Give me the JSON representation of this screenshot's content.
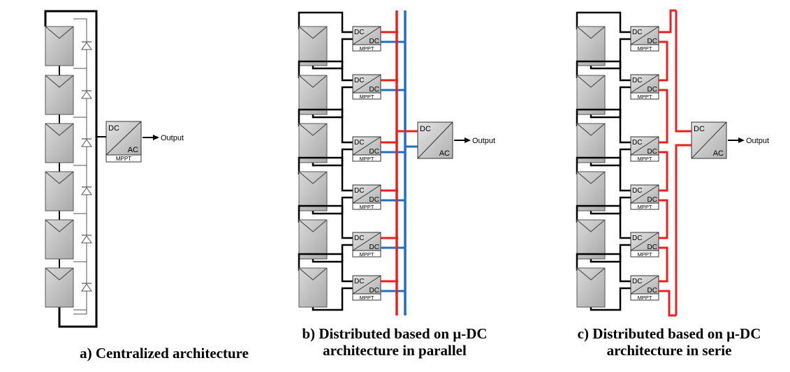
{
  "diagrams": [
    {
      "id": "a",
      "caption_line1": "a) Centralized architecture",
      "caption_line2": "",
      "inverter": {
        "top": "DC",
        "bottom": "AC",
        "sub": "MPPT"
      },
      "output": "Output"
    },
    {
      "id": "b",
      "caption_line1": "b) Distributed based on μ-DC",
      "caption_line2": "architecture in parallel",
      "converter": {
        "top": "DC",
        "bottom": "DC",
        "sub": "MPPT"
      },
      "inverter": {
        "top": "DC",
        "bottom": "AC"
      },
      "output": "Output",
      "bus_colors": {
        "positive": "#e8201f",
        "negative": "#1f6fc4"
      }
    },
    {
      "id": "c",
      "caption_line1": "c) Distributed based on μ-DC",
      "caption_line2": "architecture in serie",
      "converter": {
        "top": "DC",
        "bottom": "DC",
        "sub": "MPPT"
      },
      "inverter": {
        "top": "DC",
        "bottom": "AC"
      },
      "output": "Output",
      "bus_colors": {
        "serial": "#e8201f"
      }
    }
  ],
  "module_count": 6,
  "icons": [
    "pv-module-icon",
    "bypass-diode-icon",
    "dc-dc-converter-icon",
    "dc-ac-inverter-icon",
    "output-arrow-icon"
  ]
}
